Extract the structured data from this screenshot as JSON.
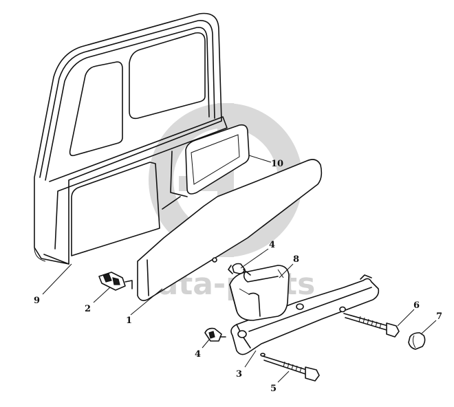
{
  "watermark": {
    "text": "data-parts",
    "color": "#d2d2d2"
  },
  "callouts": [
    {
      "id": "c1",
      "label": "1"
    },
    {
      "id": "c2",
      "label": "2"
    },
    {
      "id": "c3",
      "label": "3"
    },
    {
      "id": "c4a",
      "label": "4"
    },
    {
      "id": "c4b",
      "label": "4"
    },
    {
      "id": "c5",
      "label": "5"
    },
    {
      "id": "c6",
      "label": "6"
    },
    {
      "id": "c7",
      "label": "7"
    },
    {
      "id": "c8",
      "label": "8"
    },
    {
      "id": "c9",
      "label": "9"
    },
    {
      "id": "c10",
      "label": "10"
    }
  ]
}
